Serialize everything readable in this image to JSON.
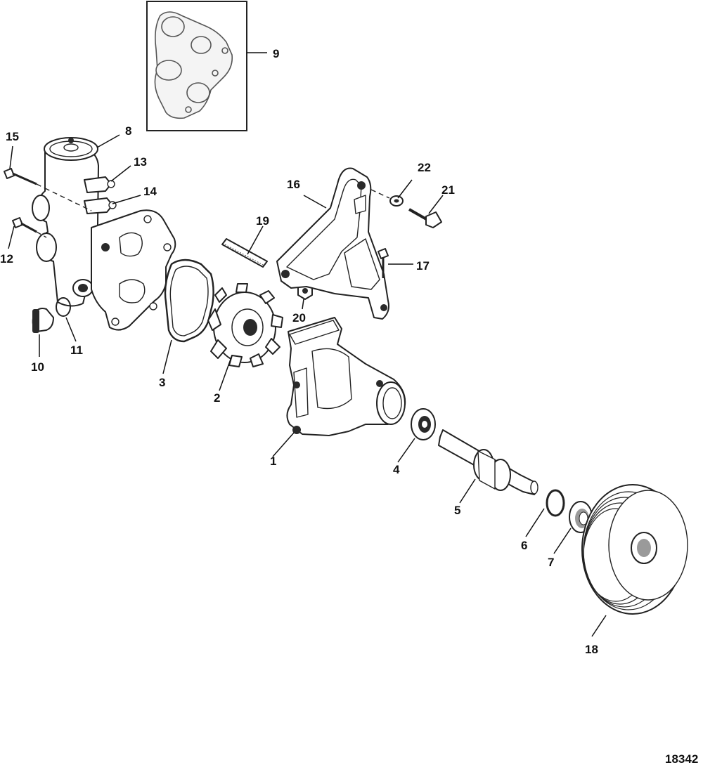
{
  "diagram": {
    "figure_id": "18342",
    "callouts": [
      {
        "id": "c1",
        "label": "1"
      },
      {
        "id": "c2",
        "label": "2"
      },
      {
        "id": "c3",
        "label": "3"
      },
      {
        "id": "c4",
        "label": "4"
      },
      {
        "id": "c5",
        "label": "5"
      },
      {
        "id": "c6",
        "label": "6"
      },
      {
        "id": "c7",
        "label": "7"
      },
      {
        "id": "c8",
        "label": "8"
      },
      {
        "id": "c9",
        "label": "9"
      },
      {
        "id": "c10",
        "label": "10"
      },
      {
        "id": "c11",
        "label": "11"
      },
      {
        "id": "c12",
        "label": "12"
      },
      {
        "id": "c13",
        "label": "13"
      },
      {
        "id": "c14",
        "label": "14"
      },
      {
        "id": "c15",
        "label": "15"
      },
      {
        "id": "c16",
        "label": "16"
      },
      {
        "id": "c17",
        "label": "17"
      },
      {
        "id": "c18",
        "label": "18"
      },
      {
        "id": "c19",
        "label": "19"
      },
      {
        "id": "c20",
        "label": "20"
      },
      {
        "id": "c21",
        "label": "21"
      },
      {
        "id": "c22",
        "label": "22"
      }
    ]
  }
}
